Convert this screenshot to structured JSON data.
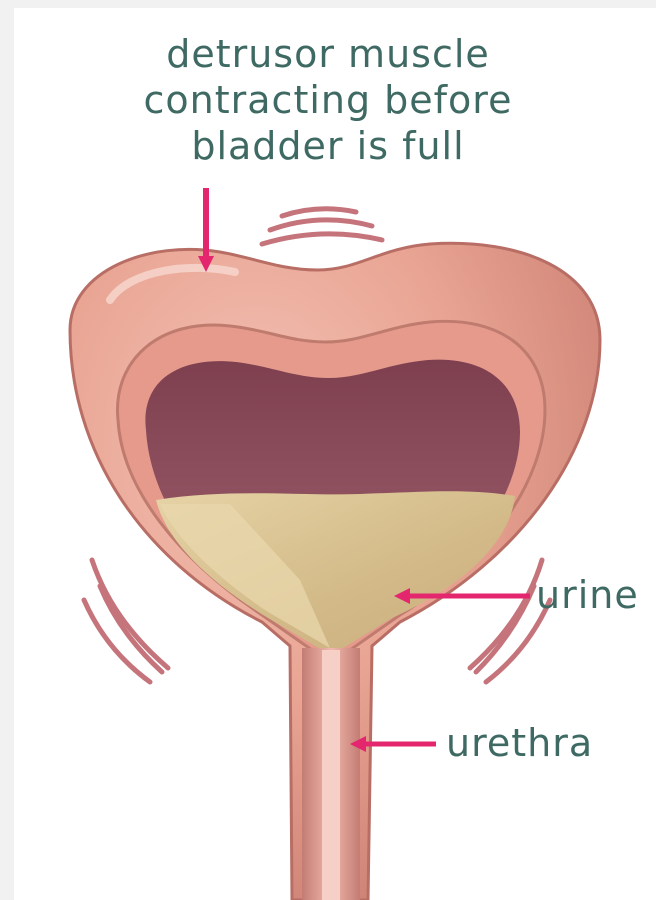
{
  "figure": {
    "title_lines": [
      "detrusor muscle",
      "contracting before",
      "bladder  is full"
    ],
    "labels": {
      "urine": "urine",
      "urethra": "urethra"
    },
    "colors": {
      "text": "#3f6a63",
      "arrow": "#e3266e",
      "muscle": "#e9a493",
      "muscle_dark": "#c97d70",
      "cavity": "#8a4d5a",
      "urine": "#d9c08f"
    }
  }
}
